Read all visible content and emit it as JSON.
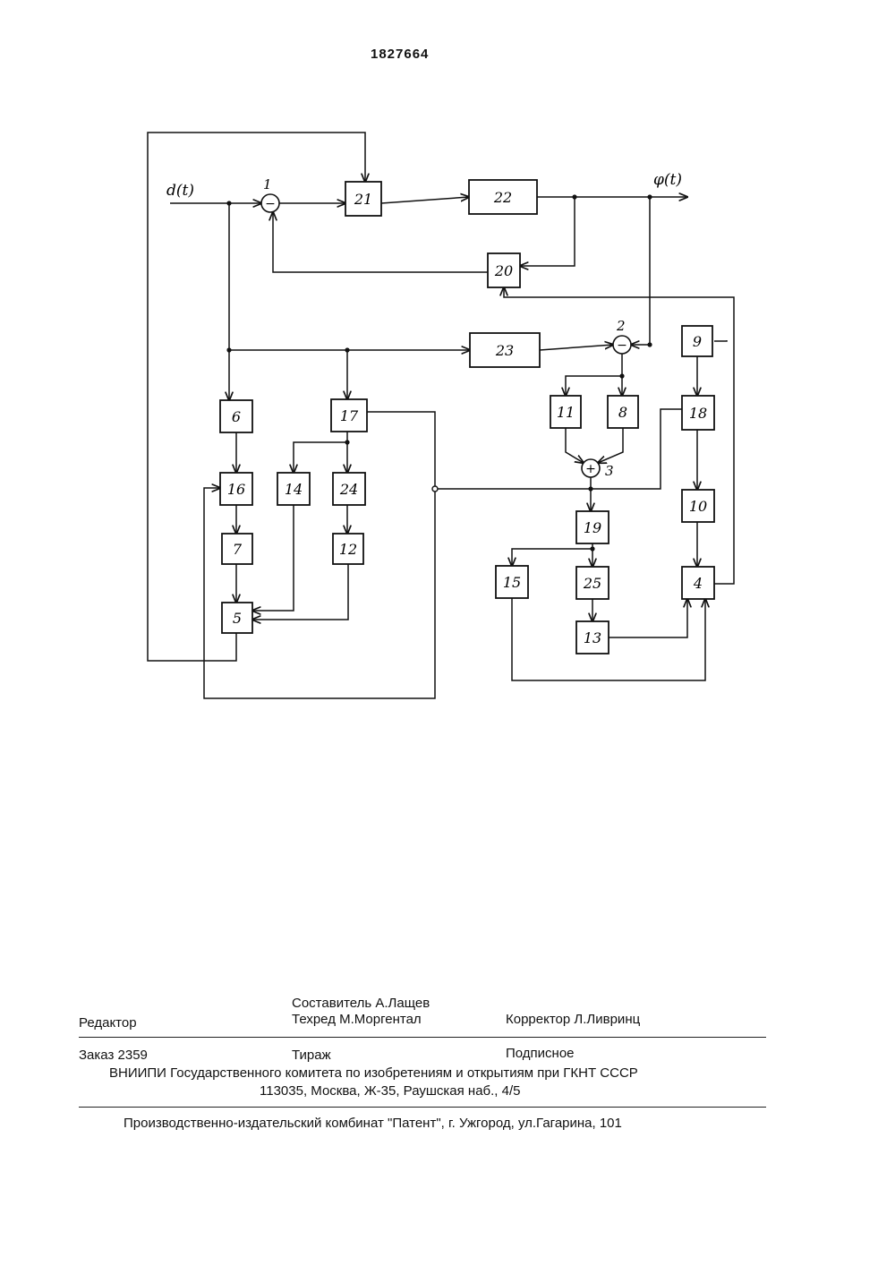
{
  "header": {
    "patent_number": "1827664"
  },
  "diagram": {
    "input_signal": "d(t)",
    "output_signal": "φ(t)",
    "blocks": [
      {
        "id": "b21",
        "label": "21"
      },
      {
        "id": "b22",
        "label": "22"
      },
      {
        "id": "b20",
        "label": "20"
      },
      {
        "id": "b23",
        "label": "23"
      },
      {
        "id": "b9",
        "label": "9"
      },
      {
        "id": "b6",
        "label": "6"
      },
      {
        "id": "b17",
        "label": "17"
      },
      {
        "id": "b11",
        "label": "11"
      },
      {
        "id": "b8",
        "label": "8"
      },
      {
        "id": "b18",
        "label": "18"
      },
      {
        "id": "b16",
        "label": "16"
      },
      {
        "id": "b14",
        "label": "14"
      },
      {
        "id": "b24",
        "label": "24"
      },
      {
        "id": "b10",
        "label": "10"
      },
      {
        "id": "b7",
        "label": "7"
      },
      {
        "id": "b12",
        "label": "12"
      },
      {
        "id": "b19",
        "label": "19"
      },
      {
        "id": "b15",
        "label": "15"
      },
      {
        "id": "b25",
        "label": "25"
      },
      {
        "id": "b4",
        "label": "4"
      },
      {
        "id": "b5",
        "label": "5"
      },
      {
        "id": "b13",
        "label": "13"
      }
    ],
    "nodes": [
      {
        "id": "n1",
        "sign": "−",
        "label": "1"
      },
      {
        "id": "n2",
        "sign": "−",
        "label": "2"
      },
      {
        "id": "n3",
        "sign": "+",
        "label": "3"
      }
    ]
  },
  "footer": {
    "editor": "Редактор",
    "compiler": "Составитель А.Лащев",
    "tech_editor": "Техред М.Моргентал",
    "corrector": "Корректор Л.Ливринц",
    "order": "Заказ 2359",
    "circulation": "Тираж",
    "subscription": "Подписное",
    "institute": "ВНИИПИ Государственного комитета по изобретениям и открытиям при ГКНТ СССР",
    "address": "113035, Москва, Ж-35, Раушская наб., 4/5",
    "publisher": "Производственно-издательский комбинат \"Патент\", г. Ужгород, ул.Гагарина, 101"
  }
}
